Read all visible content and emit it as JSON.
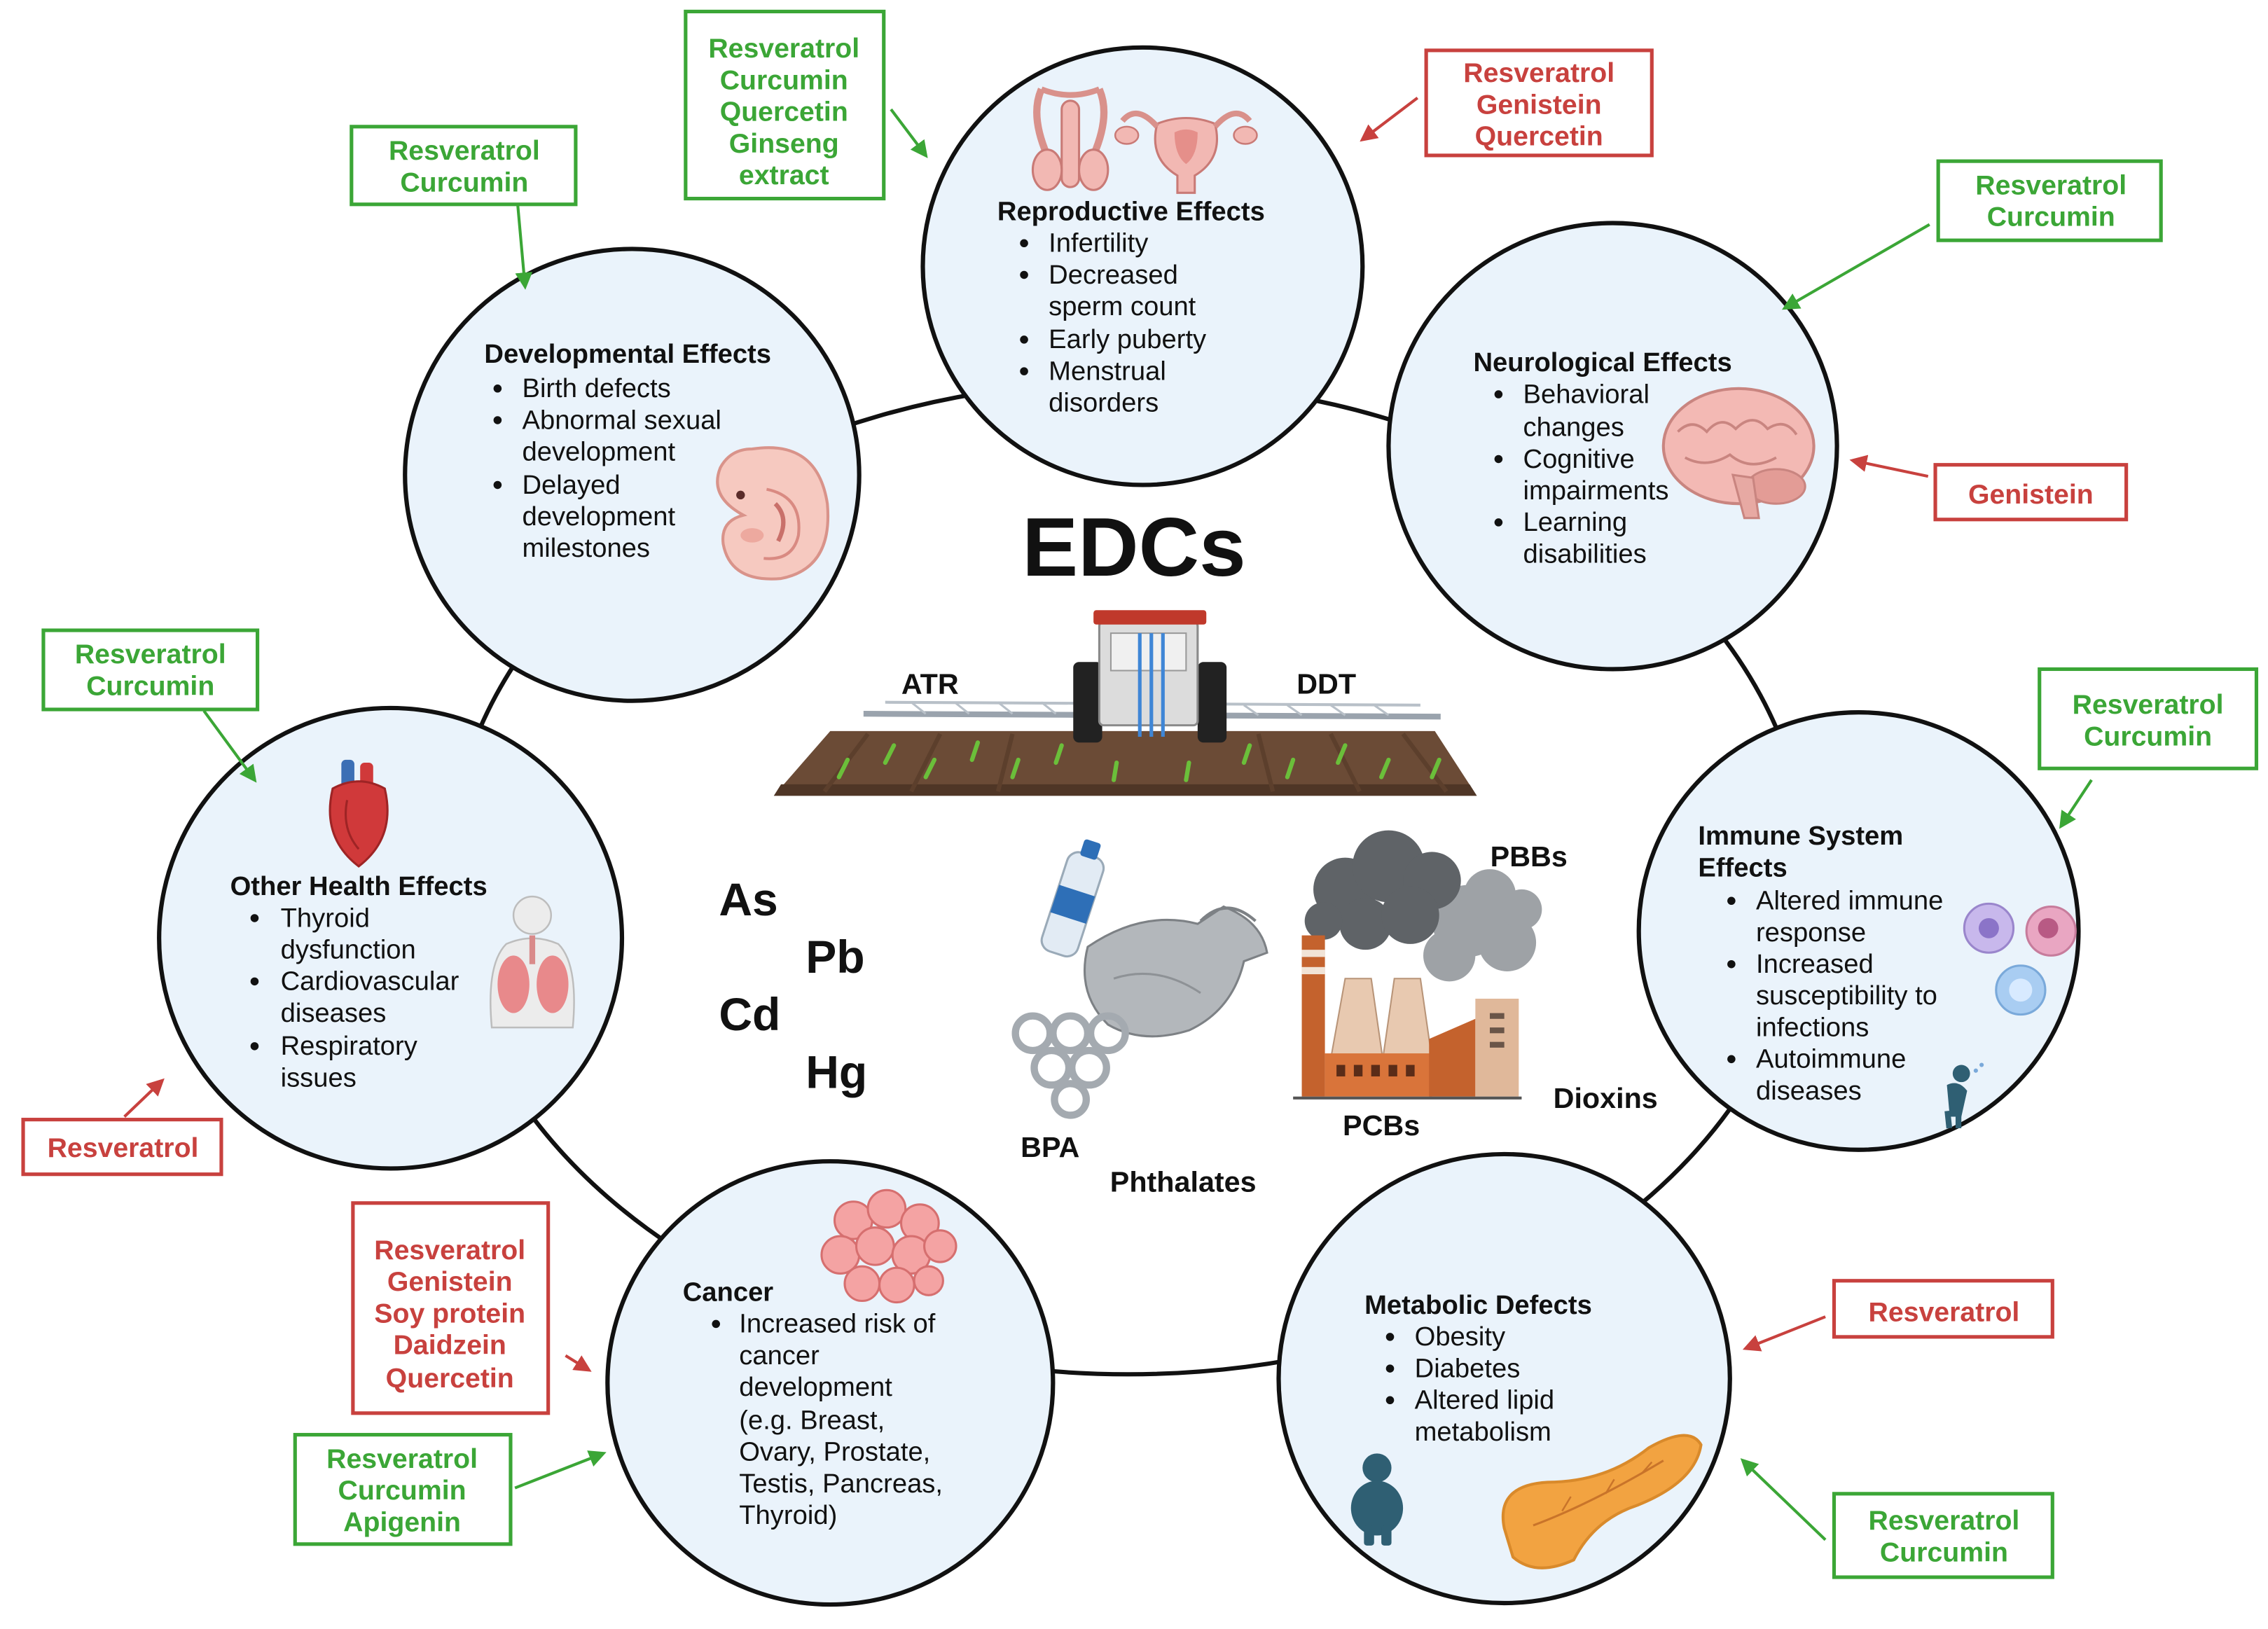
{
  "center": {
    "title": "EDCs",
    "pesticides": [
      "ATR",
      "DDT"
    ],
    "metals": [
      "As",
      "Pb",
      "Cd",
      "Hg"
    ],
    "plastics": [
      "BPA",
      "Phthalates"
    ],
    "industrial": [
      "PBBs",
      "PCBs",
      "Dioxins"
    ]
  },
  "effects": {
    "reproductive": {
      "title": [
        "Reproductive Effects"
      ],
      "items": [
        [
          "Infertility"
        ],
        [
          "Decreased",
          "sperm count"
        ],
        [
          "Early puberty"
        ],
        [
          "Menstrual",
          "disorders"
        ]
      ]
    },
    "developmental": {
      "title": [
        "Developmental Effects"
      ],
      "items": [
        [
          "Birth defects"
        ],
        [
          "Abnormal sexual",
          "development"
        ],
        [
          "Delayed",
          "development",
          "milestones"
        ]
      ]
    },
    "neurological": {
      "title": [
        "Neurological Effects"
      ],
      "items": [
        [
          "Behavioral",
          "changes"
        ],
        [
          "Cognitive",
          "impairments"
        ],
        [
          "Learning",
          "disabilities"
        ]
      ]
    },
    "immune": {
      "title": [
        "Immune System",
        "Effects"
      ],
      "items": [
        [
          "Altered immune",
          "response"
        ],
        [
          "Increased",
          "susceptibility to",
          "infections"
        ],
        [
          "Autoimmune",
          "diseases"
        ]
      ]
    },
    "metabolic": {
      "title": [
        "Metabolic Defects"
      ],
      "items": [
        [
          "Obesity"
        ],
        [
          "Diabetes"
        ],
        [
          "Altered lipid",
          "metabolism"
        ]
      ]
    },
    "cancer": {
      "title": [
        "Cancer"
      ],
      "items": [
        [
          "Increased risk of",
          "cancer",
          "development",
          "(e.g. Breast,",
          "Ovary, Prostate,",
          "Testis, Pancreas,",
          "Thyroid)"
        ]
      ]
    },
    "other": {
      "title": [
        "Other Health Effects"
      ],
      "items": [
        [
          "Thyroid",
          "dysfunction"
        ],
        [
          "Cardiovascular",
          "diseases"
        ],
        [
          "Respiratory",
          "issues"
        ]
      ]
    }
  },
  "boxes": {
    "reproductive_green": [
      "Resveratrol",
      "Curcumin",
      "Quercetin",
      "Ginseng",
      "extract"
    ],
    "reproductive_red": [
      "Resveratrol",
      "Genistein",
      "Quercetin"
    ],
    "developmental_green": [
      "Resveratrol",
      "Curcumin"
    ],
    "neurological_green": [
      "Resveratrol",
      "Curcumin"
    ],
    "neurological_red": [
      "Genistein"
    ],
    "immune_green": [
      "Resveratrol",
      "Curcumin"
    ],
    "other_green": [
      "Resveratrol",
      "Curcumin"
    ],
    "other_red": [
      "Resveratrol"
    ],
    "cancer_red": [
      "Resveratrol",
      "Genistein",
      "Soy protein",
      "Daidzein",
      "Quercetin"
    ],
    "cancer_green": [
      "Resveratrol",
      "Curcumin",
      "Apigenin"
    ],
    "metabolic_red": [
      "Resveratrol"
    ],
    "metabolic_green": [
      "Resveratrol",
      "Curcumin"
    ]
  },
  "colors": {
    "green_box": "#3ba636",
    "red_box": "#c8413e",
    "circle_fill": "#eaf3fb"
  },
  "icons": [
    "reproductive-organs-icon",
    "embryo-icon",
    "brain-icon",
    "heart-icon",
    "lungs-icon",
    "immune-cells-icon",
    "coughing-person-icon",
    "cancer-cells-icon",
    "pancreas-icon",
    "obese-person-icon",
    "tractor-sprayer-icon",
    "plastic-bottle-icon",
    "plastic-bag-icon",
    "six-pack-rings-icon",
    "factory-smoke-icon"
  ]
}
